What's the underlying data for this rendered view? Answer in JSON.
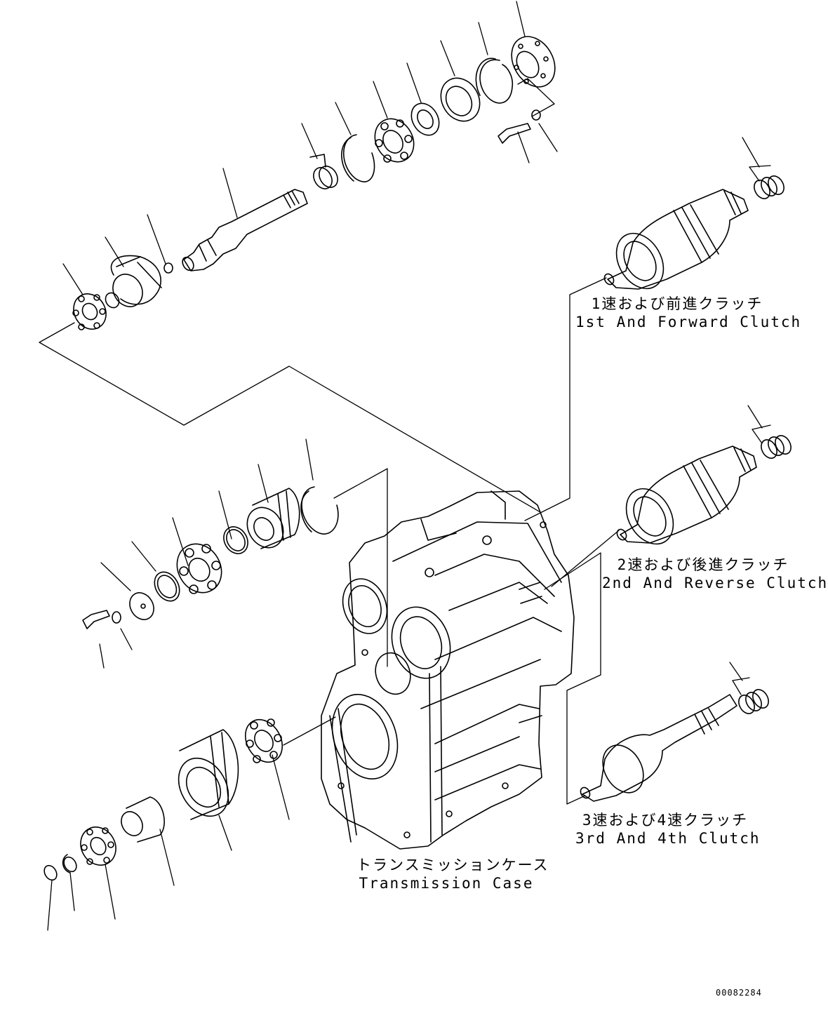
{
  "labels": {
    "clutch1": {
      "jp": "1速および前進クラッチ",
      "en": "1st And Forward Clutch"
    },
    "clutch2": {
      "jp": "2速および後進クラッチ",
      "en": "2nd And Reverse Clutch"
    },
    "clutch3": {
      "jp": "3速および4速クラッチ",
      "en": "3rd And 4th Clutch"
    },
    "case": {
      "jp": "トランスミッションケース",
      "en": "Transmission Case"
    }
  },
  "doc_number": "00082284",
  "colors": {
    "line": "#000000",
    "background": "#ffffff"
  }
}
